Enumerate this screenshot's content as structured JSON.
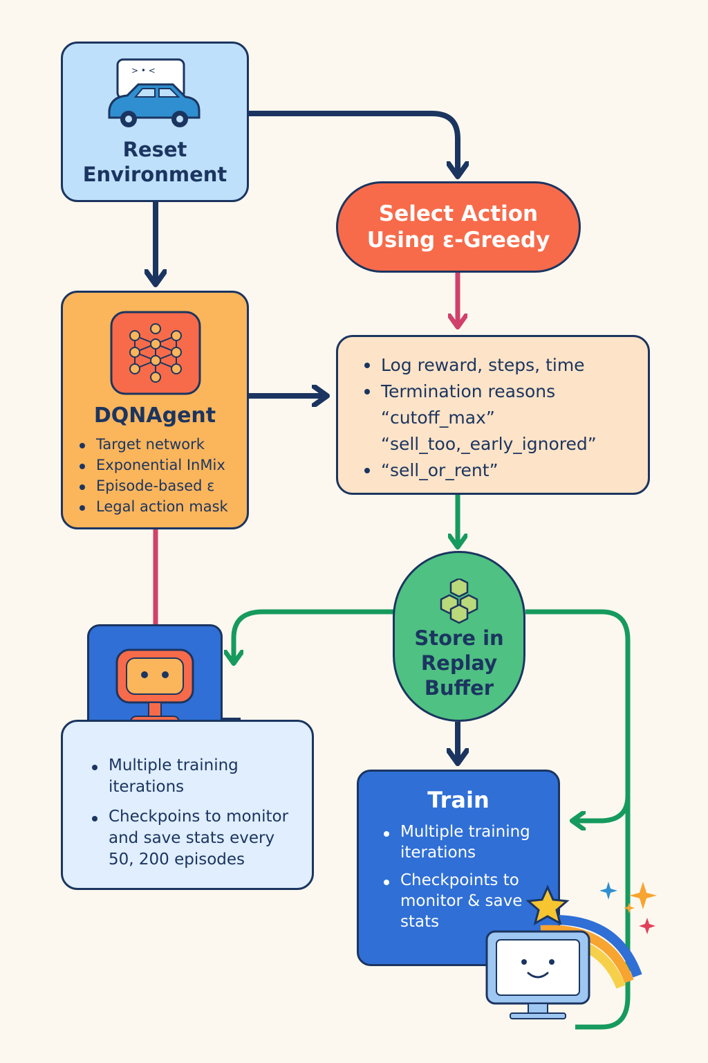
{
  "colors": {
    "background": "#fcf8ef",
    "outline": "#1b3560",
    "reset_fill": "#bfe0fb",
    "select_fill": "#f76b4a",
    "agent_fill": "#fbb55b",
    "log_fill": "#fde3c7",
    "buffer_fill": "#4fc182",
    "train_fill": "#2f6fd6",
    "checkpoint_fill": "#e0eefd",
    "arrow_navy": "#1b3560",
    "arrow_pink": "#d0416b",
    "arrow_green": "#169a5e"
  },
  "reset": {
    "title_line1": "Reset",
    "title_line2": "Environment",
    "icon": "car-icon"
  },
  "select": {
    "line1": "Select Action",
    "line2": "Using ε-Greedy"
  },
  "agent": {
    "title": "DQNAgent",
    "icon": "neural-network-icon",
    "items": [
      "Target network",
      "Exponential InMix",
      "Episode-based ε",
      "Legal action mask"
    ]
  },
  "log": {
    "item1": "Log reward, steps, time",
    "item2": "Termination reasons",
    "reason1": "“cutoff_max”",
    "reason2": "“sell_too,_early_ignored”",
    "item3": "“sell_or_rent”"
  },
  "buffer": {
    "line1": "Store in",
    "line2": "Replay",
    "line3": "Buffer",
    "icon": "cubes-icon"
  },
  "checkpoint": {
    "icon": "robot-icon",
    "item1": "Multiple training iterations",
    "item2": "Checkpoins to monitor and save stats every 50, 200 episodes"
  },
  "train": {
    "title": "Train",
    "item1": "Multiple training iterations",
    "item2": "Checkpoints to monitor & save stats",
    "icon": "monitor-face-icon"
  }
}
